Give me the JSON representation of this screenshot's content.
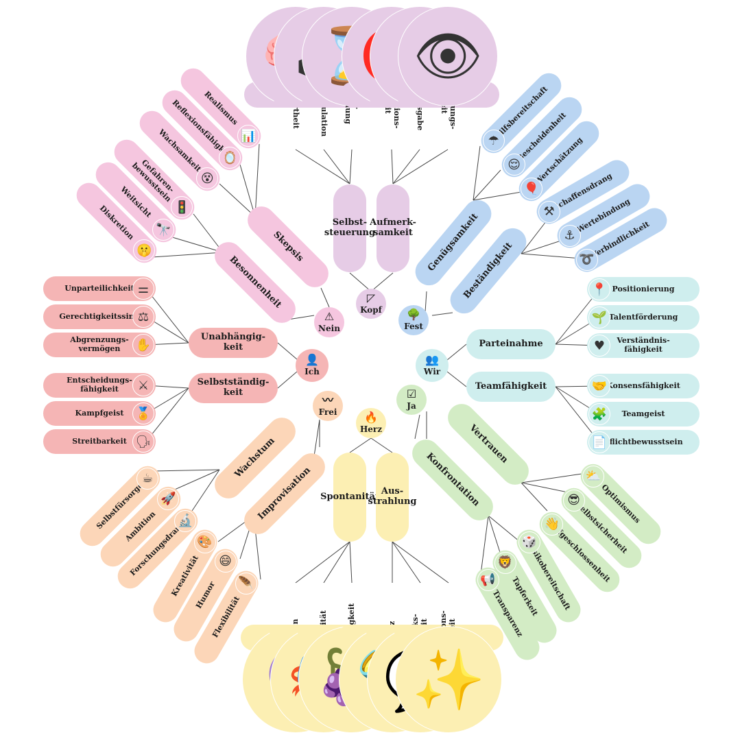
{
  "colors": {
    "kopf": "#e6cce6",
    "nein": "#f5c6df",
    "ich": "#f5b5b5",
    "frei": "#fcd6b8",
    "herz": "#fcefb3",
    "ja": "#d3ecc5",
    "wir": "#cfeeee",
    "fest": "#bad5f2",
    "line": "#444444"
  },
  "hubs": {
    "kopf": {
      "label": "Kopf",
      "icon": "triangle-ruler-icon",
      "glyph": "◸"
    },
    "nein": {
      "label": "Nein",
      "icon": "warning-icon",
      "glyph": "⚠"
    },
    "ich": {
      "label": "Ich",
      "icon": "person-icon",
      "glyph": "👤"
    },
    "frei": {
      "label": "Frei",
      "icon": "wave-icon",
      "glyph": "〰"
    },
    "herz": {
      "label": "Herz",
      "icon": "flame-icon",
      "glyph": "🔥"
    },
    "ja": {
      "label": "Ja",
      "icon": "checkbox-icon",
      "glyph": "☑"
    },
    "wir": {
      "label": "Wir",
      "icon": "people-icon",
      "glyph": "👥"
    },
    "fest": {
      "label": "Fest",
      "icon": "tree-icon",
      "glyph": "🌳"
    }
  },
  "categories": {
    "selbststeuerung": "Selbst-\nsteuerung",
    "aufmerksamkeit": "Aufmerk-\nsamkeit",
    "genuegsamkeit": "Genügsamkeit",
    "bestaendigkeit": "Beständigkeit",
    "parteinahme": "Parteinahme",
    "teamfaehigkeit": "Teamfähigkeit",
    "vertrauen": "Vertrauen",
    "konfrontation": "Konfrontation",
    "spontanitaet": "Spontanität",
    "ausstrahlung": "Aus-\nstrahlung",
    "wachstum": "Wachstum",
    "improvisation": "Improvisation",
    "unabhaengigkeit": "Unabhängig-\nkeit",
    "selbststaendigkeit": "Selbstständig-\nkeit",
    "besonnenheit": "Besonnenheit",
    "skepsis": "Skepsis"
  },
  "leaves": {
    "strukturiertheit": {
      "label": "Strukturiertheit",
      "icon": "brain-icon",
      "glyph": "🧠"
    },
    "emotionsregulation": {
      "label": "Emotionsregulation",
      "icon": "joystick-icon",
      "glyph": "🕹"
    },
    "selbstbeherrschung": {
      "label": "Selbst-\nbeherrschung",
      "icon": "hourglass-icon",
      "glyph": "⌛"
    },
    "konzentrationsfaehigkeit": {
      "label": "Konzentrations-\nfähigkeit",
      "icon": "target-icon",
      "glyph": "🎯"
    },
    "auffassungsgabe": {
      "label": "Auffassungsgabe",
      "icon": "lightning-icon",
      "glyph": "⚡"
    },
    "wahrnehmungsfaehigkeit": {
      "label": "Wahrnehmungs-\nfähigkeit",
      "icon": "eye-icon",
      "glyph": "👁"
    },
    "hilfsbereitschaft": {
      "label": "Hilfsbereitschaft",
      "icon": "umbrella-icon",
      "glyph": "☂"
    },
    "bescheidenheit": {
      "label": "Bescheidenheit",
      "icon": "relieved-face-icon",
      "glyph": "😌"
    },
    "wertschaetzung": {
      "label": "Wertschätzung",
      "icon": "balloons-icon",
      "glyph": "🎈"
    },
    "schaffensdrang": {
      "label": "Schaffensdrang",
      "icon": "tools-icon",
      "glyph": "⚒"
    },
    "wertebindung": {
      "label": "Wertebindung",
      "icon": "anchor-icon",
      "glyph": "⚓"
    },
    "verbindlichkeit": {
      "label": "Verbindlichkeit",
      "icon": "rope-icon",
      "glyph": "➰"
    },
    "positionierung": {
      "label": "Positionierung",
      "icon": "pin-icon",
      "glyph": "📍"
    },
    "talentfoerderung": {
      "label": "Talentförderung",
      "icon": "seedling-icon",
      "glyph": "🌱"
    },
    "verstaendnisfaehigkeit": {
      "label": "Verständnis-\nfähigkeit",
      "icon": "heart-icon",
      "glyph": "♥"
    },
    "konsensfaehigkeit": {
      "label": "Konsensfähigkeit",
      "icon": "handshake-icon",
      "glyph": "🤝"
    },
    "teamgeist": {
      "label": "Teamgeist",
      "icon": "puzzle-icon",
      "glyph": "🧩"
    },
    "pflichtbewusstsein": {
      "label": "Pflichtbewusstsein",
      "icon": "document-icon",
      "glyph": "📄"
    },
    "optimismus": {
      "label": "Optimismus",
      "icon": "sun-cloud-icon",
      "glyph": "⛅"
    },
    "selbstsicherheit": {
      "label": "Selbstsicherheit",
      "icon": "sunglasses-face-icon",
      "glyph": "😎"
    },
    "aufgeschlossenheit": {
      "label": "Aufgeschlossenheit",
      "icon": "waving-hand-icon",
      "glyph": "👋"
    },
    "risikobereitschaft": {
      "label": "Risikobereitschaft",
      "icon": "dice-icon",
      "glyph": "🎲"
    },
    "tapferkeit": {
      "label": "Tapferkeit",
      "icon": "lion-icon",
      "glyph": "🦁"
    },
    "transparenz": {
      "label": "Transparenz",
      "icon": "megaphone-icon",
      "glyph": "📢"
    },
    "intuition": {
      "label": "Intuition",
      "icon": "crystal-ball-icon",
      "glyph": "🔮"
    },
    "expressivitaet": {
      "label": "Expressivität",
      "icon": "masks-icon",
      "glyph": "🎭"
    },
    "genussfaehigkeit": {
      "label": "Genussfähigkeit",
      "icon": "grapes-icon",
      "glyph": "🍇"
    },
    "praesenz": {
      "label": "Präsenz",
      "icon": "flashlight-icon",
      "glyph": "🔦"
    },
    "ausdrucksfaehigkeit": {
      "label": "Ausdrucks-\nfähigkeit",
      "icon": "speech-bubble-icon",
      "glyph": "💬"
    },
    "inspirationsfaehigkeit": {
      "label": "Inspirations-\nfähigkeit",
      "icon": "sparkles-icon",
      "glyph": "✨"
    },
    "selbstfuersorge": {
      "label": "Selbstfürsorge",
      "icon": "coffee-icon",
      "glyph": "☕"
    },
    "ambition": {
      "label": "Ambition",
      "icon": "rocket-icon",
      "glyph": "🚀"
    },
    "forschungsdrang": {
      "label": "Forschungsdrang",
      "icon": "microscope-icon",
      "glyph": "🔬"
    },
    "kreativitaet": {
      "label": "Kreativität",
      "icon": "palette-icon",
      "glyph": "🎨"
    },
    "humor": {
      "label": "Humor",
      "icon": "laughing-face-icon",
      "glyph": "😄"
    },
    "flexibilitaet": {
      "label": "Flexibilität",
      "icon": "feather-icon",
      "glyph": "🪶"
    },
    "unparteilichkeit": {
      "label": "Unparteilichkeit",
      "icon": "equals-icon",
      "glyph": "⚌"
    },
    "gerechtigkeitssinn": {
      "label": "Gerechtigkeitssinn",
      "icon": "scales-icon",
      "glyph": "⚖"
    },
    "abgrenzungsvermoegen": {
      "label": "Abgrenzungs-\nvermögen",
      "icon": "raised-hand-icon",
      "glyph": "✋"
    },
    "entscheidungsfaehigkeit": {
      "label": "Entscheidungs-\nfähigkeit",
      "icon": "crossed-arrows-icon",
      "glyph": "⚔"
    },
    "kampfgeist": {
      "label": "Kampfgeist",
      "icon": "medal-icon",
      "glyph": "🏅"
    },
    "streitbarkeit": {
      "label": "Streitbarkeit",
      "icon": "speaking-head-icon",
      "glyph": "🗣"
    },
    "diskretion": {
      "label": "Diskretion",
      "icon": "shushing-face-icon",
      "glyph": "🤫"
    },
    "weitsicht": {
      "label": "Weitsicht",
      "icon": "telescope-icon",
      "glyph": "🔭"
    },
    "gefahrenbewusstsein": {
      "label": "Gefahren-\nbewusstsein",
      "icon": "traffic-light-icon",
      "glyph": "🚦"
    },
    "wachsamkeit": {
      "label": "Wachsamkeit",
      "icon": "spiral-eyes-face-icon",
      "glyph": "😵"
    },
    "reflexionsfaehigkeit": {
      "label": "Reflexionsfähigkeit",
      "icon": "mirror-icon",
      "glyph": "🪞"
    },
    "realismus": {
      "label": "Realismus",
      "icon": "bar-chart-icon",
      "glyph": "📊"
    }
  }
}
